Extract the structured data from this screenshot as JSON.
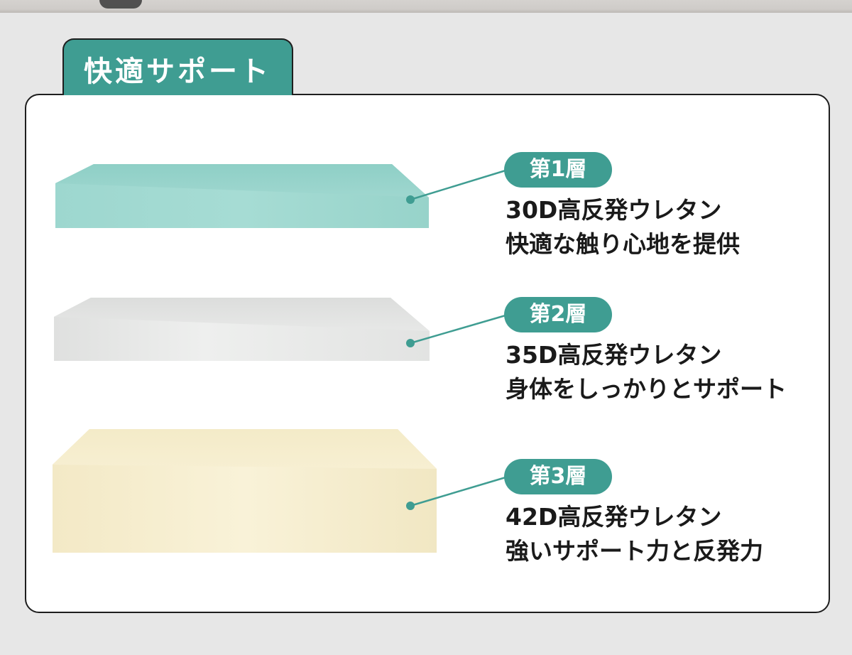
{
  "section_title": "快適サポート",
  "layers": [
    {
      "badge": "第1層",
      "line1": "30D高反発ウレタン",
      "line2": "快適な触り心地を提供",
      "color": "#a9ddd6"
    },
    {
      "badge": "第2層",
      "line1": "35D高反発ウレタン",
      "line2": "身体をしっかりとサポート",
      "color": "#eaebea"
    },
    {
      "badge": "第3層",
      "line1": "42D高反発ウレタン",
      "line2": "強いサポート力と反発力",
      "color": "#f8f0d2"
    }
  ],
  "accent_color": "#3f9d92"
}
